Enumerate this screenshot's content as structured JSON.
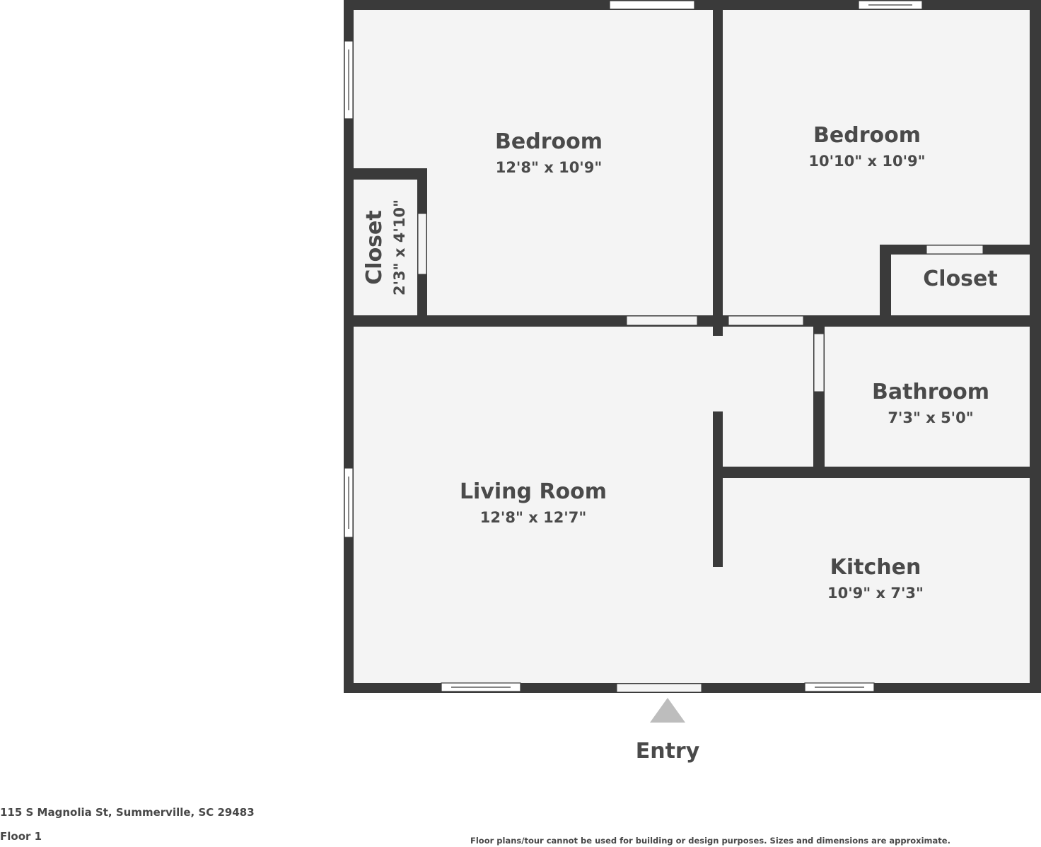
{
  "rooms": {
    "bedroom_left": {
      "name": "Bedroom",
      "dims": "12'8\" x 10'9\""
    },
    "bedroom_right": {
      "name": "Bedroom",
      "dims": "10'10\" x 10'9\""
    },
    "closet_left": {
      "name": "Closet",
      "dims": "2'3\" x 4'10\""
    },
    "closet_right": {
      "name": "Closet"
    },
    "bathroom": {
      "name": "Bathroom",
      "dims": "7'3\" x 5'0\""
    },
    "living_room": {
      "name": "Living Room",
      "dims": "12'8\" x 12'7\""
    },
    "kitchen": {
      "name": "Kitchen",
      "dims": "10'9\" x 7'3\""
    }
  },
  "entry": {
    "label": "Entry"
  },
  "footer": {
    "address": "115 S Magnolia St, Summerville, SC 29483",
    "floor": "Floor 1",
    "disclaimer": "Floor plans/tour cannot be used for building or design purposes. Sizes and dimensions are approximate."
  },
  "colors": {
    "wall": "#3a3a3a",
    "floor": "#f4f4f4",
    "entry_marker": "#bdbdbd"
  }
}
